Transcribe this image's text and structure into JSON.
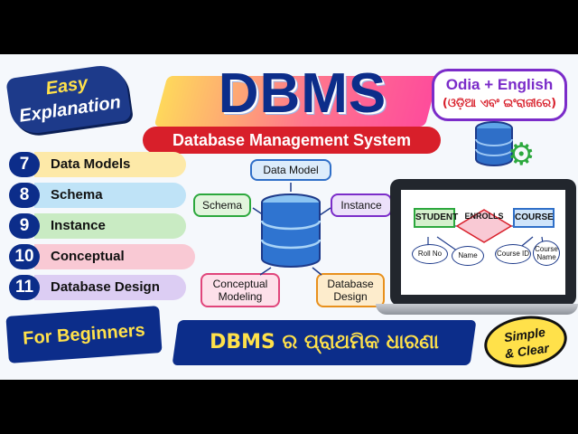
{
  "badge": {
    "line1": "Easy",
    "line2": "Explanation"
  },
  "title": "DBMS",
  "subtitle": "Database Management System",
  "language": {
    "line1": "Odia + English",
    "line2": "(ଓଡ଼ିଆ ଏବଂ ଇଂରାଜୀରେ)"
  },
  "topics": [
    {
      "num": "7",
      "label": "Data Models",
      "color": "#fde9a8"
    },
    {
      "num": "8",
      "label": "Schema",
      "color": "#bfe3f7"
    },
    {
      "num": "9",
      "label": "Instance",
      "color": "#c9ebc3"
    },
    {
      "num": "10",
      "label": "Conceptual Modeling",
      "color": "#f9c9d4"
    },
    {
      "num": "11",
      "label": "Database Design",
      "color": "#dccdf3"
    }
  ],
  "diagram": {
    "data_model": "Data Model",
    "schema": "Schema",
    "instance": "Instance",
    "conceptual_1": "Conceptual",
    "conceptual_2": "Modeling",
    "design_1": "Database",
    "design_2": "Design"
  },
  "er": {
    "entity1": "STUDENT",
    "relation": "ENROLLS",
    "entity2": "COURSE",
    "attr1": "Roll No",
    "attr2": "Name",
    "attr3": "Course ID",
    "attr4a": "Course",
    "attr4b": "Name"
  },
  "beginners": "For Beginners",
  "banner": "DBMS ର ପ୍ରାଥମିକ ଧାରଣା",
  "simple": {
    "line1": "Simple",
    "line2": "& Clear"
  },
  "colors": {
    "navy": "#0c2d8a",
    "red": "#d81f2a",
    "yellow": "#ffe14a",
    "purple": "#7b2cc9",
    "green": "#2ca83d"
  },
  "icons": [
    "database-icon",
    "gear-icon",
    "arrow-icon",
    "laptop-icon"
  ]
}
